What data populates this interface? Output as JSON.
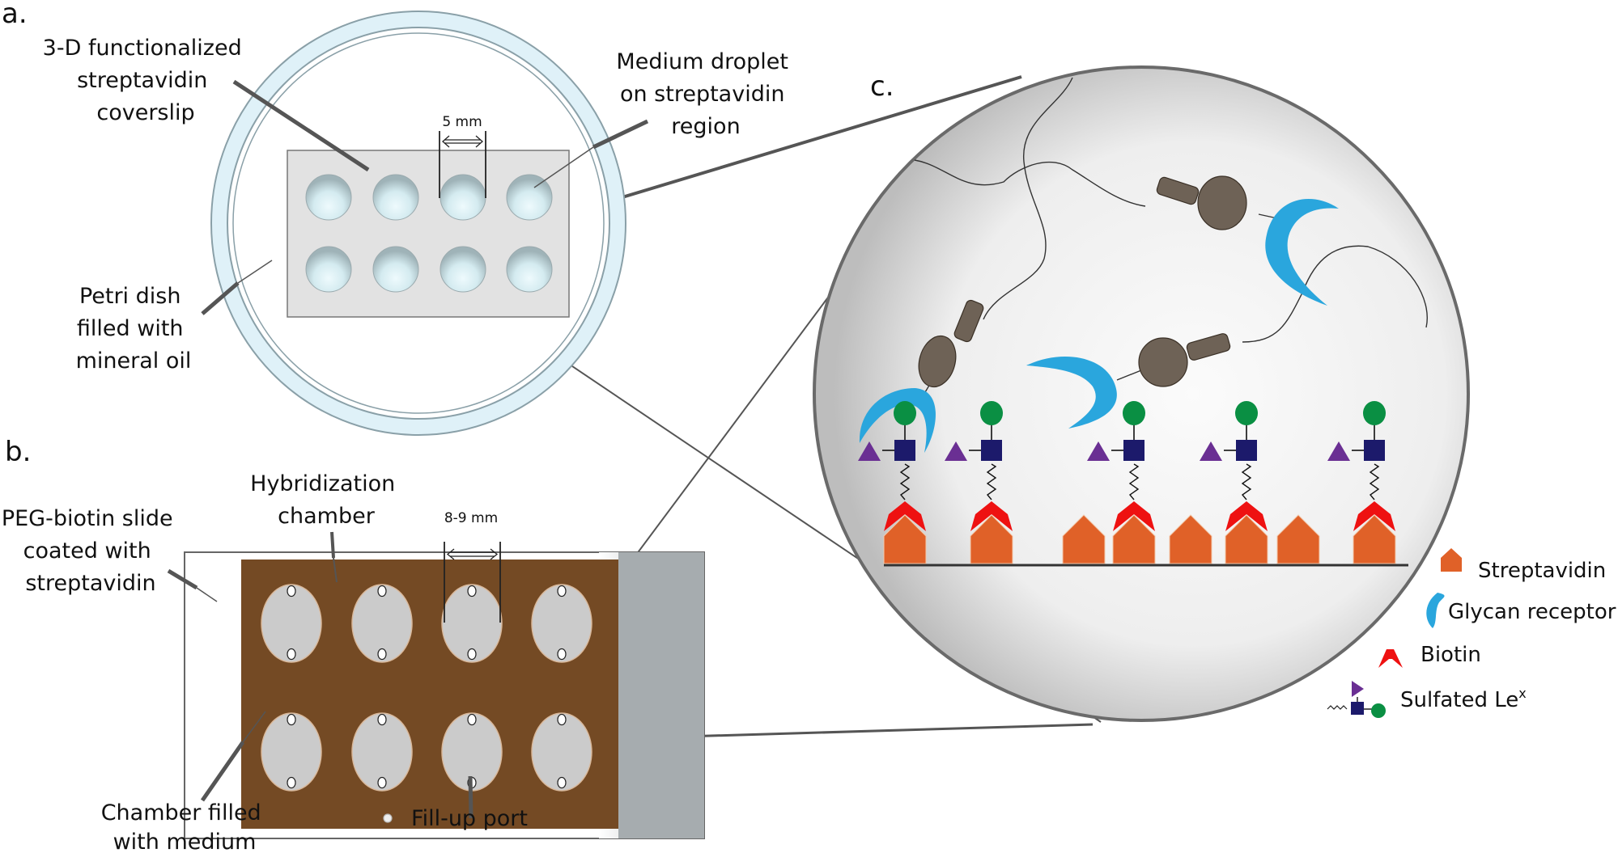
{
  "figure": {
    "panels": {
      "a": {
        "label": "a.",
        "callouts": {
          "coverslip": [
            "3-D functionalized",
            "streptavidin",
            "coverslip"
          ],
          "droplet": [
            "Medium droplet",
            "on streptavidin",
            "region"
          ],
          "petri": [
            "Petri dish",
            "filled with",
            "mineral oil"
          ]
        },
        "dimension": "5 mm",
        "wells": {
          "rows": 2,
          "cols": 4
        }
      },
      "b": {
        "label": "b.",
        "callouts": {
          "chamber": [
            "Hybridization",
            "chamber"
          ],
          "slide": [
            "PEG-biotin slide",
            "coated with",
            "streptavidin"
          ],
          "filled": [
            "Chamber filled",
            "with medium"
          ],
          "port": "Fill-up port"
        },
        "dimension": "8-9 mm",
        "wells": {
          "rows": 2,
          "cols": 4
        }
      },
      "c": {
        "label": "c.",
        "legend": [
          {
            "icon": "streptavidin-icon",
            "label": "Streptavidin"
          },
          {
            "icon": "glycan-receptor-icon",
            "label": "Glycan receptor"
          },
          {
            "icon": "biotin-icon",
            "label": "Biotin"
          },
          {
            "icon": "sulfated-lex-icon",
            "label": "Sulfated Le",
            "superscript": "x"
          }
        ]
      }
    },
    "colors": {
      "streptavidin": "#e06128",
      "biotin": "#ee1111",
      "receptor": "#2aa6dd",
      "galactose": "#0a8f43",
      "glcnac": "#1c1a6b",
      "fucose": "#6a2f93",
      "antibody": "#6e6256",
      "chamber": "#744a24",
      "well": "#cbcbcb",
      "dish": "#e4f3fa"
    }
  }
}
